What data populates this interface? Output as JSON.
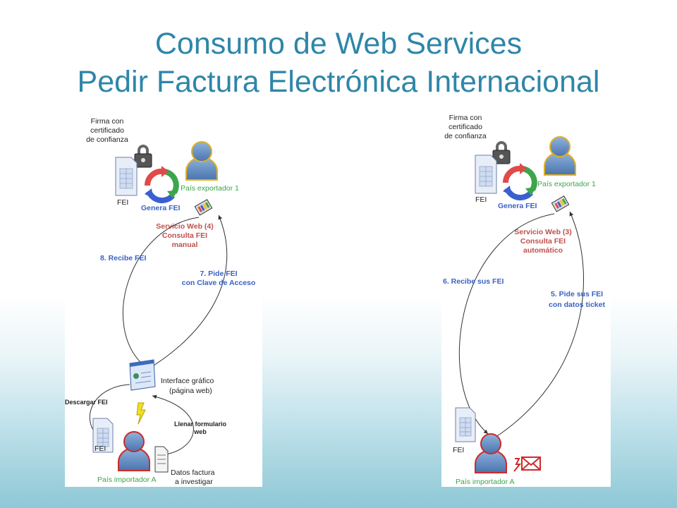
{
  "slide": {
    "title_line1": "Consumo de Web Services",
    "title_line2": "Pedir Factura Electrónica Internacional"
  },
  "left_diagram": {
    "signature": [
      "Firma con",
      "certificado",
      "de confianza"
    ],
    "fei": "FEI",
    "genera": "Genera FEI",
    "exporter": "País exportador 1",
    "service": [
      "Servicio Web (4)",
      "Consulta FEI",
      "manual"
    ],
    "receive": "8. Recibe FEI",
    "request": [
      "7. Pide FEI",
      "con Clave de Acceso"
    ],
    "interface": [
      "Interface gráfico",
      "(página web)"
    ],
    "download": "Descargar FEI",
    "fill_form": [
      "Llenar formulario",
      "web"
    ],
    "fei_bottom": "FEI",
    "data": [
      "Datos factura",
      "a investigar"
    ],
    "importer": "País importador A"
  },
  "right_diagram": {
    "signature": [
      "Firma con",
      "certificado",
      "de confianza"
    ],
    "fei": "FEI",
    "genera": "Genera FEI",
    "exporter": "País exportador 1",
    "service": [
      "Servicio Web (3)",
      "Consulta FEI",
      "automático"
    ],
    "receive": "6. Recibe sus FEI",
    "request": [
      "5. Pide sus FEI",
      "con datos ticket"
    ],
    "fei_bottom": "FEI",
    "importer": "País importador A"
  },
  "colors": {
    "title": "#2e86a8",
    "service_red": "#c0504d",
    "step_blue": "#3a62c4",
    "country_green": "#3aa64a",
    "user_blue": "#5b86c0"
  }
}
